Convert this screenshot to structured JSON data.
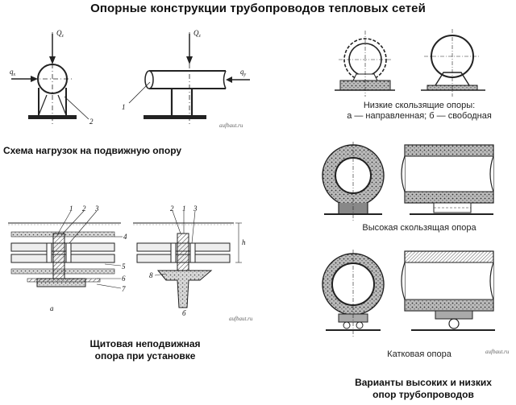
{
  "title": "Опорные конструкции трубопроводов тепловых сетей",
  "top_left": {
    "caption": "Схема нагрузок на подвижную опору",
    "labels": {
      "qz_a": "Q",
      "qz_b": "Q",
      "sub_z": "z",
      "qx": "q",
      "sub_x": "x",
      "qy": "q",
      "sub_y": "y",
      "n1": "1",
      "n2": "2"
    },
    "watermark": "aufbaut.ru"
  },
  "bottom_left": {
    "caption_line1": "Щитовая неподвижная",
    "caption_line2": "опора при установке",
    "labels": {
      "a1": "1",
      "a2": "2",
      "a3": "3",
      "a4": "4",
      "a5": "5",
      "a6": "6",
      "a7": "7",
      "b2": "2",
      "b1": "1",
      "b3": "3",
      "b8": "8",
      "h": "h",
      "letter_a": "а",
      "letter_b": "б"
    },
    "watermark": "aufbaut.ru"
  },
  "right": {
    "low_sliding_line1": "Низкие скользящие опоры:",
    "low_sliding_line2": "а — направленная; б — свободная",
    "high_sliding": "Высокая скользящая опора",
    "roller": "Катковая опора",
    "caption_line1": "Варианты высоких и низких",
    "caption_line2": "опор трубопроводов",
    "watermark": "aufbaut.ru"
  }
}
